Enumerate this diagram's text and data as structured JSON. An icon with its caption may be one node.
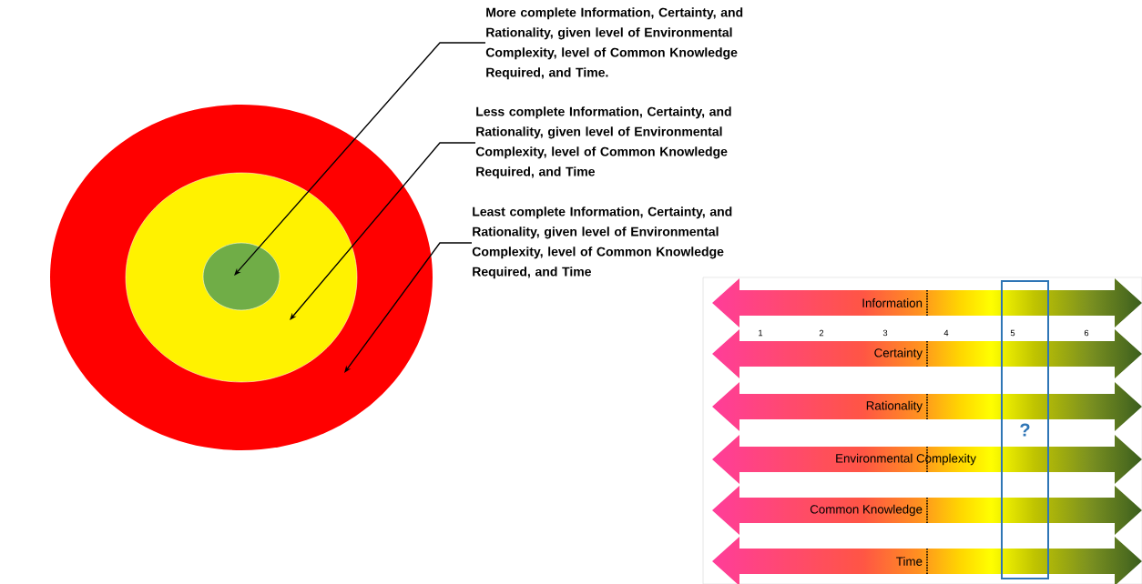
{
  "diagram": {
    "nodes": [
      {
        "text": [
          "More complete Information, Certainty, and Rationality, given level of Environmental Complexity, level of Common Knowledge Required, and Time."
        ]
      },
      {
        "text": [
          "Less complete Information, Certainty, and Rationality, given level of Environmental Complexity, level of Common Knowledge Required, and Time"
        ]
      },
      {
        "text": [
          "Least complete Information, Certainty, and Rationality, given level of Environmental Complexity, level of Common Knowledge Required, and Time"
        ]
      },
      {
        "text": [],
        "shape": "circle"
      },
      {
        "text": [],
        "shape": "circle",
        "in": 3
      },
      {
        "text": [],
        "shape": "circle",
        "in": 4
      },
      {
        "text": [
          "Information"
        ]
      },
      {
        "text": [
          "Certainty"
        ]
      },
      {
        "text": [
          "Rationality"
        ]
      },
      {
        "text": [
          "Environmental Complexity"
        ]
      },
      {
        "text": [
          "Common Knowledge"
        ]
      },
      {
        "text": [
          "Time"
        ]
      },
      {
        "text": [
          "?"
        ]
      }
    ],
    "edges": [
      {
        "from": 0,
        "to": 5,
        "arrow": "to"
      },
      {
        "from": 1,
        "to": 4,
        "arrow": "to"
      },
      {
        "from": 2,
        "to": 3,
        "arrow": "to"
      }
    ],
    "labels": [
      "1",
      "2",
      "3",
      "4",
      "5",
      "6"
    ]
  }
}
